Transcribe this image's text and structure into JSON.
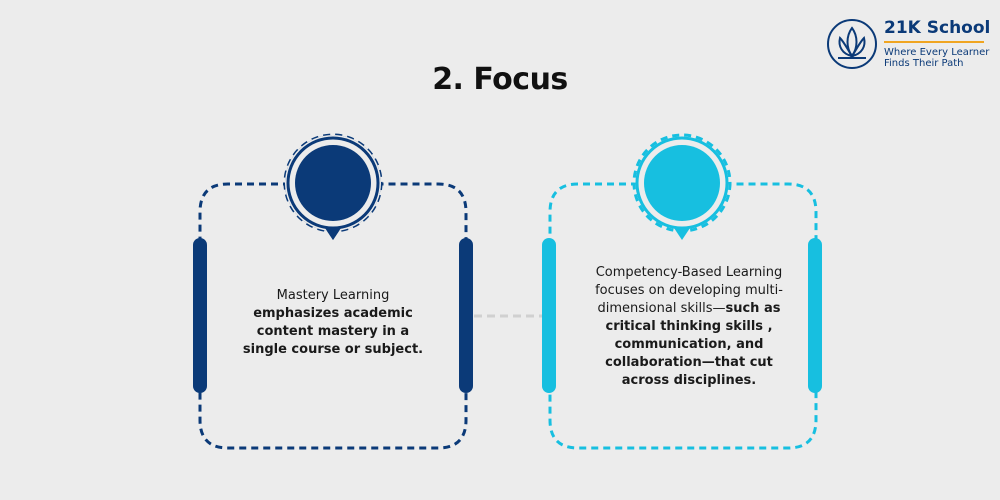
{
  "title": "2. Focus",
  "brand": {
    "name": "21K School",
    "tagline_line1": "Where Every Learner",
    "tagline_line2": "Finds Their Path"
  },
  "cards": [
    {
      "color": "#0b3a78",
      "lead": "Mastery Learning",
      "emphasis": "emphasizes academic content mastery in a single course or subject."
    },
    {
      "color": "#17bfe0",
      "lead": "Competency-Based Learning focuses on developing multi-dimensional skills—",
      "emphasis": "such as critical thinking skills , communication, and collaboration—that cut across disciplines."
    }
  ],
  "colors": {
    "background": "#ececec",
    "navy": "#0b3a78",
    "cyan": "#17bfe0",
    "accent": "#f0a521",
    "connector": "#d0d0d0"
  }
}
